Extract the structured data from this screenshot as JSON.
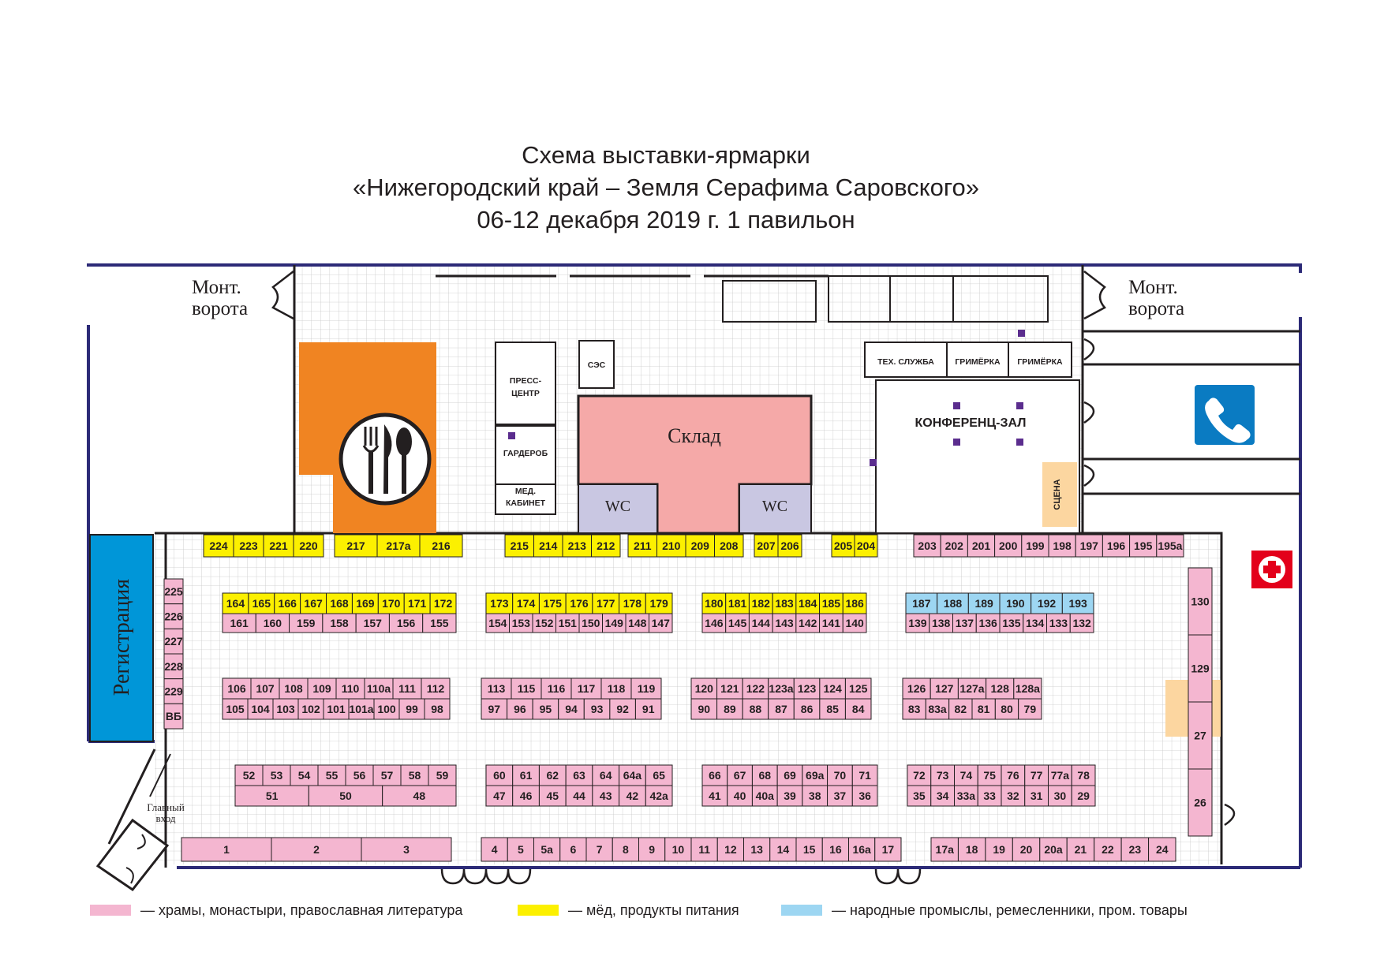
{
  "title": {
    "line1": "Схема выставки-ярмарки",
    "line2": "«Нижегородский край – Земля Серафима Саровского»",
    "line3": "06-12 декабря 2019 г.  1 павильон"
  },
  "colors": {
    "pink": "#f4b6d0",
    "yellow": "#fcf000",
    "blue": "#9dd6f2",
    "orange": "#f08422",
    "warehouse": "#f5a9a8",
    "wc": "#c9c7e2",
    "registration": "#0096d8",
    "wall": "#2c2a77",
    "stage": "#fcd6a0"
  },
  "icons": {
    "restaurant": "fork-knife-spoon-icon",
    "phone": "phone-icon",
    "first_aid": "red-cross-icon"
  },
  "labels": {
    "gate_left_1": "Монт.",
    "gate_left_2": "ворота",
    "gate_right_1": "Монт.",
    "gate_right_2": "ворота",
    "press_1": "ПРЕСС-",
    "press_2": "ЦЕНТР",
    "ses": "СЭС",
    "wardrobe": "ГАРДЕРОБ",
    "med_1": "МЕД.",
    "med_2": "КАБИНЕТ",
    "warehouse": "Склад",
    "wc_left": "WC",
    "wc_right": "WC",
    "tech": "ТЕХ. СЛУЖБА",
    "dressing_1": "ГРИМЁРКА",
    "dressing_2": "ГРИМЁРКА",
    "conference": "КОНФЕРЕНЦ-ЗАЛ",
    "stage": "СЦЕНА",
    "registration": "Регистрация",
    "entrance_1": "Главный",
    "entrance_2": "вход"
  },
  "booths": {
    "yellow_top_left": [
      "224",
      "223",
      "221",
      "220"
    ],
    "yellow_217": [
      "217",
      "217а",
      "216"
    ],
    "yellow_215": [
      "215",
      "214",
      "213",
      "212"
    ],
    "yellow_211": [
      "211",
      "210",
      "209",
      "208"
    ],
    "yellow_207": [
      "207",
      "206"
    ],
    "yellow_205": [
      "205",
      "204"
    ],
    "pink_top_right": [
      "203",
      "202",
      "201",
      "200",
      "199",
      "198",
      "197",
      "196",
      "195",
      "195а"
    ],
    "r1a_top": [
      "164",
      "165",
      "166",
      "167",
      "168",
      "169",
      "170",
      "171",
      "172"
    ],
    "r1a_bot": [
      "161",
      "160",
      "159",
      "158",
      "157",
      "156",
      "155"
    ],
    "r1b_top": [
      "173",
      "174",
      "175",
      "176",
      "177",
      "178",
      "179"
    ],
    "r1b_bot": [
      "154",
      "153",
      "152",
      "151",
      "150",
      "149",
      "148",
      "147"
    ],
    "r1c_top": [
      "180",
      "181",
      "182",
      "183",
      "184",
      "185",
      "186"
    ],
    "r1c_bot": [
      "146",
      "145",
      "144",
      "143",
      "142",
      "141",
      "140"
    ],
    "r1d_top": [
      "187",
      "188",
      "189",
      "190",
      "192",
      "193"
    ],
    "r1d_bot": [
      "139",
      "138",
      "137",
      "136",
      "135",
      "134",
      "133",
      "132"
    ],
    "r2a_top": [
      "106",
      "107",
      "108",
      "109",
      "110",
      "110а",
      "111",
      "112"
    ],
    "r2a_bot": [
      "105",
      "104",
      "103",
      "102",
      "101",
      "101а",
      "100",
      "99",
      "98"
    ],
    "r2b_top": [
      "113",
      "115",
      "116",
      "117",
      "118",
      "119"
    ],
    "r2b_bot": [
      "97",
      "96",
      "95",
      "94",
      "93",
      "92",
      "91"
    ],
    "r2c_top": [
      "120",
      "121",
      "122",
      "123а",
      "123",
      "124",
      "125"
    ],
    "r2c_bot": [
      "90",
      "89",
      "88",
      "87",
      "86",
      "85",
      "84"
    ],
    "r2d_top": [
      "126",
      "127",
      "127а",
      "128",
      "128а"
    ],
    "r2d_bot": [
      "83",
      "83а",
      "82",
      "81",
      "80",
      "79"
    ],
    "r3a_top": [
      "52",
      "53",
      "54",
      "55",
      "56",
      "57",
      "58",
      "59"
    ],
    "r3a_bot": [
      "51",
      "50",
      "48"
    ],
    "r3b_top": [
      "60",
      "61",
      "62",
      "63",
      "64",
      "64а",
      "65"
    ],
    "r3b_bot": [
      "47",
      "46",
      "45",
      "44",
      "43",
      "42",
      "42а"
    ],
    "r3c_top": [
      "66",
      "67",
      "68",
      "69",
      "69а",
      "70",
      "71"
    ],
    "r3c_bot": [
      "41",
      "40",
      "40а",
      "39",
      "38",
      "37",
      "36"
    ],
    "r3d_top": [
      "72",
      "73",
      "74",
      "75",
      "76",
      "77",
      "77а",
      "78"
    ],
    "r3d_bot": [
      "35",
      "34",
      "33а",
      "33",
      "32",
      "31",
      "30",
      "29"
    ],
    "bottom_a": [
      "1",
      "2",
      "3"
    ],
    "bottom_b": [
      "4",
      "5",
      "5а",
      "6",
      "7",
      "8",
      "9",
      "10",
      "11",
      "12",
      "13",
      "14",
      "15",
      "16",
      "16а",
      "17"
    ],
    "bottom_c": [
      "17а",
      "18",
      "19",
      "20",
      "20а",
      "21",
      "22",
      "23",
      "24"
    ],
    "right_col": [
      "130",
      "129",
      "27",
      "26"
    ],
    "left_col": [
      "225",
      "226",
      "227",
      "228",
      "229",
      "ВБ"
    ]
  },
  "legend": [
    {
      "color": "#f4b6d0",
      "text": "— храмы, монастыри, православная литература"
    },
    {
      "color": "#fcf000",
      "text": "— мёд, продукты питания"
    },
    {
      "color": "#9dd6f2",
      "text": "— народные промыслы, ремесленники, пром. товары"
    }
  ]
}
